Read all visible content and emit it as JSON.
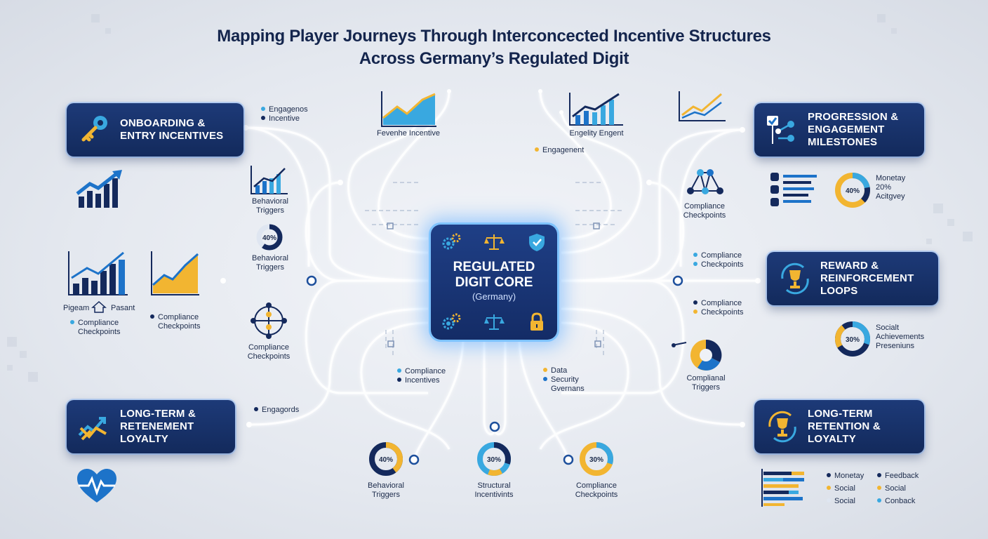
{
  "title": {
    "line1": "Mapping Player Journeys Through Interconcected Incentive Structures",
    "line2": "Across Germany’s Regulated Digit"
  },
  "core": {
    "line1": "REGULATED",
    "line2": "DIGIT CORE",
    "line3": "(Germany)"
  },
  "panels": {
    "onboarding": [
      "ONBOARDING &",
      "ENTRY INCENTIVES"
    ],
    "long_term_left": [
      "LONG-TERM &",
      "RETENEMENT",
      "LOYALTY"
    ],
    "progression": [
      "PROGRESSION &",
      "ENGAGEMENT",
      "MILESTONES"
    ],
    "reward": [
      "REWARD &",
      "REINFORCEMENT",
      "LOOPS"
    ],
    "long_term_right": [
      "LONG-TERM",
      "RETENTION &",
      "LOYALTY"
    ]
  },
  "labels": {
    "engagenos": [
      "Engagenos",
      "Incentive"
    ],
    "favorite_incentive": "Fevenhe Incentive",
    "engelity": "Engelity Engent",
    "engagement": "Engagenent",
    "behavioral_1": [
      "Behavioral",
      "Triggers"
    ],
    "behavioral_2": [
      "Behavioral",
      "Triggers"
    ],
    "behavioral_2_pct": "40%",
    "pigeam": "Pigeam",
    "pasant": "Pasant",
    "compliance_left_a": [
      "Compliance",
      "Checkpoints"
    ],
    "compliance_left_b": [
      "Compliance",
      "Checkpoints"
    ],
    "compliance_left_c": [
      "Compliance",
      "Checkpoints"
    ],
    "compliance_center_a": [
      "Compliance",
      "Incentives"
    ],
    "data_security": [
      "Data",
      "Security",
      "Gvernans"
    ],
    "engagords": "Engagords",
    "compliance_right_a": [
      "Compliance",
      "Checkpoints"
    ],
    "compliance_right_b": [
      "Compliance",
      "Checkpoints"
    ],
    "compliance_right_c": [
      "Compliance",
      "Checkpoints"
    ],
    "complianal_triggers": [
      "Complianal",
      "Triggers"
    ],
    "monetary_top": [
      "Monetay",
      "20%",
      "Acitgvey"
    ],
    "monetary_top_pct": "40%",
    "social_ach": [
      "Socialt",
      "Achievements",
      "Preseniuns"
    ],
    "social_ach_pct": "30%"
  },
  "bottom_donuts": [
    {
      "pct": "40%",
      "label": [
        "Behavioral",
        "Triggers"
      ]
    },
    {
      "pct": "30%",
      "label": [
        "Structural",
        "Incentivints"
      ]
    },
    {
      "pct": "30%",
      "label": [
        "Compliance",
        "Checkpoints"
      ]
    }
  ],
  "legend_bottom_right": {
    "col1": [
      "Monetay",
      "Social",
      "Social"
    ],
    "col2": [
      "Feedback",
      "Social",
      "Conback"
    ]
  },
  "colors": {
    "navy": "#14295c",
    "blue": "#1d73c9",
    "cyan": "#39a8e0",
    "yellow": "#f2b531",
    "light": "#dfe6f1"
  },
  "icons": {
    "onboarding": "key-icon",
    "long_term_left": "growth-arrows-icon",
    "progression": "checklist-flow-icon",
    "reward": "trophy-cycle-icon",
    "long_term_right": "trophy-cycle-icon",
    "heart": "heartbeat-icon",
    "core": [
      "gears-icon",
      "scales-icon",
      "shield-icon",
      "gears-icon",
      "scales-icon",
      "lock-icon"
    ]
  }
}
